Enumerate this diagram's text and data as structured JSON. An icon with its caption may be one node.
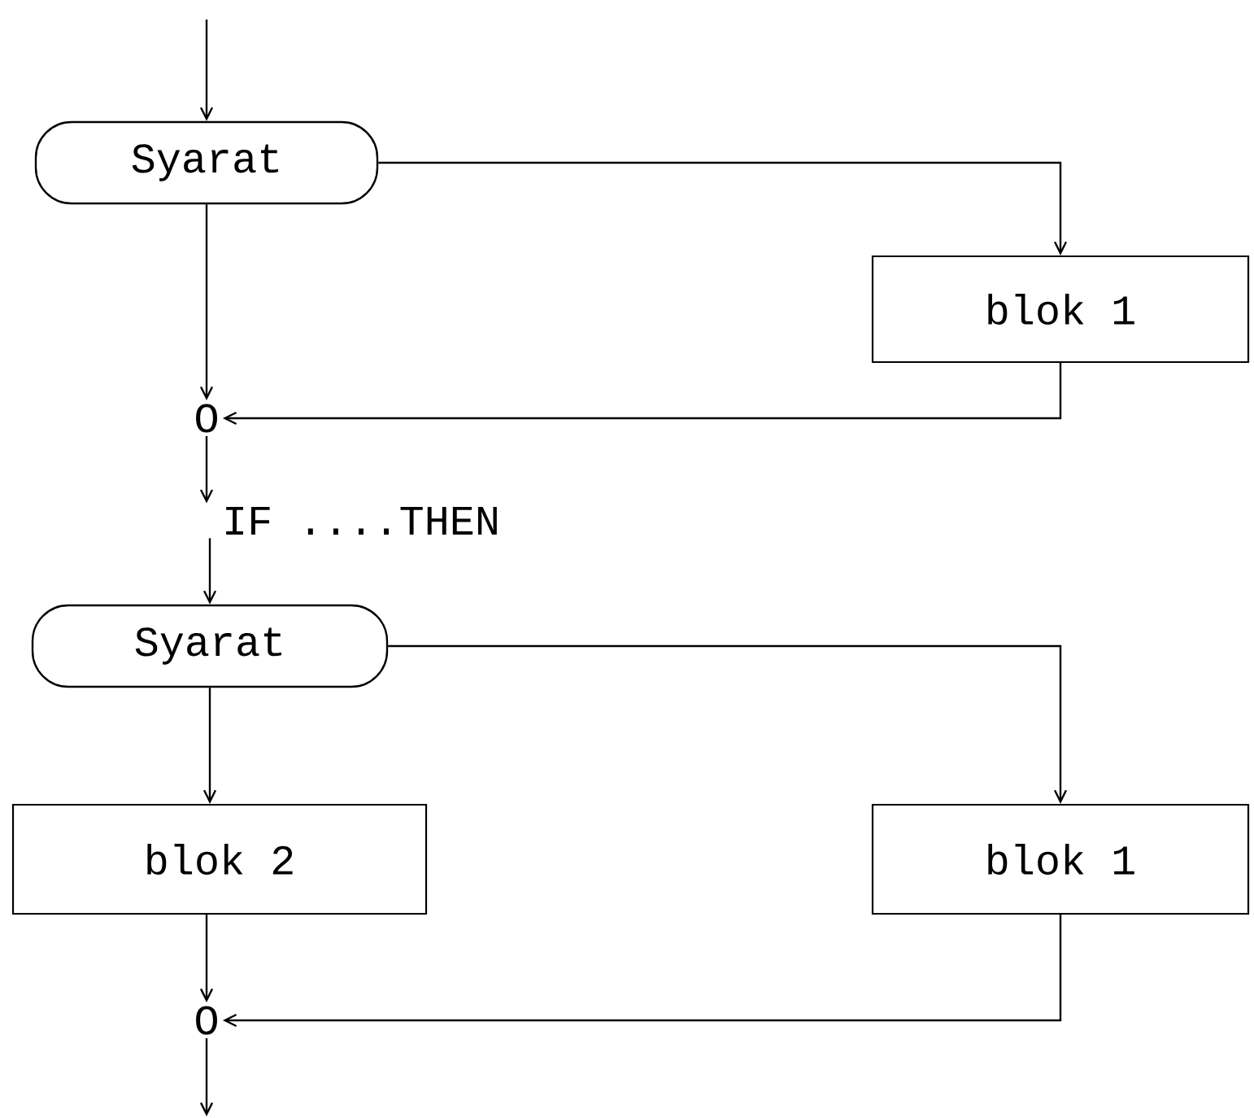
{
  "diagram": {
    "nodes": [
      {
        "text": [
          "Syarat"
        ]
      },
      {
        "text": [
          "blok 1"
        ]
      },
      {
        "text": [
          "O"
        ]
      },
      {
        "text": [
          "IF ....THEN"
        ]
      },
      {
        "text": [
          "Syarat"
        ]
      },
      {
        "text": [
          "blok 2"
        ]
      },
      {
        "text": [
          "blok 1"
        ]
      },
      {
        "text": [
          "O"
        ]
      }
    ],
    "edges": [
      {
        "from": null,
        "to": 0,
        "arrow": "to"
      },
      {
        "from": 0,
        "to": 1,
        "arrow": "to"
      },
      {
        "from": 0,
        "to": 2,
        "arrow": "to"
      },
      {
        "from": 1,
        "to": 2,
        "arrow": "to"
      },
      {
        "from": 2,
        "to": 3,
        "arrow": "to"
      },
      {
        "from": 3,
        "to": 4,
        "arrow": "to"
      },
      {
        "from": 4,
        "to": 5,
        "arrow": "to"
      },
      {
        "from": 4,
        "to": 6,
        "arrow": "to"
      },
      {
        "from": 5,
        "to": 7,
        "arrow": "to"
      },
      {
        "from": 6,
        "to": 7,
        "arrow": "to"
      },
      {
        "from": 7,
        "to": null,
        "arrow": "to"
      }
    ]
  }
}
